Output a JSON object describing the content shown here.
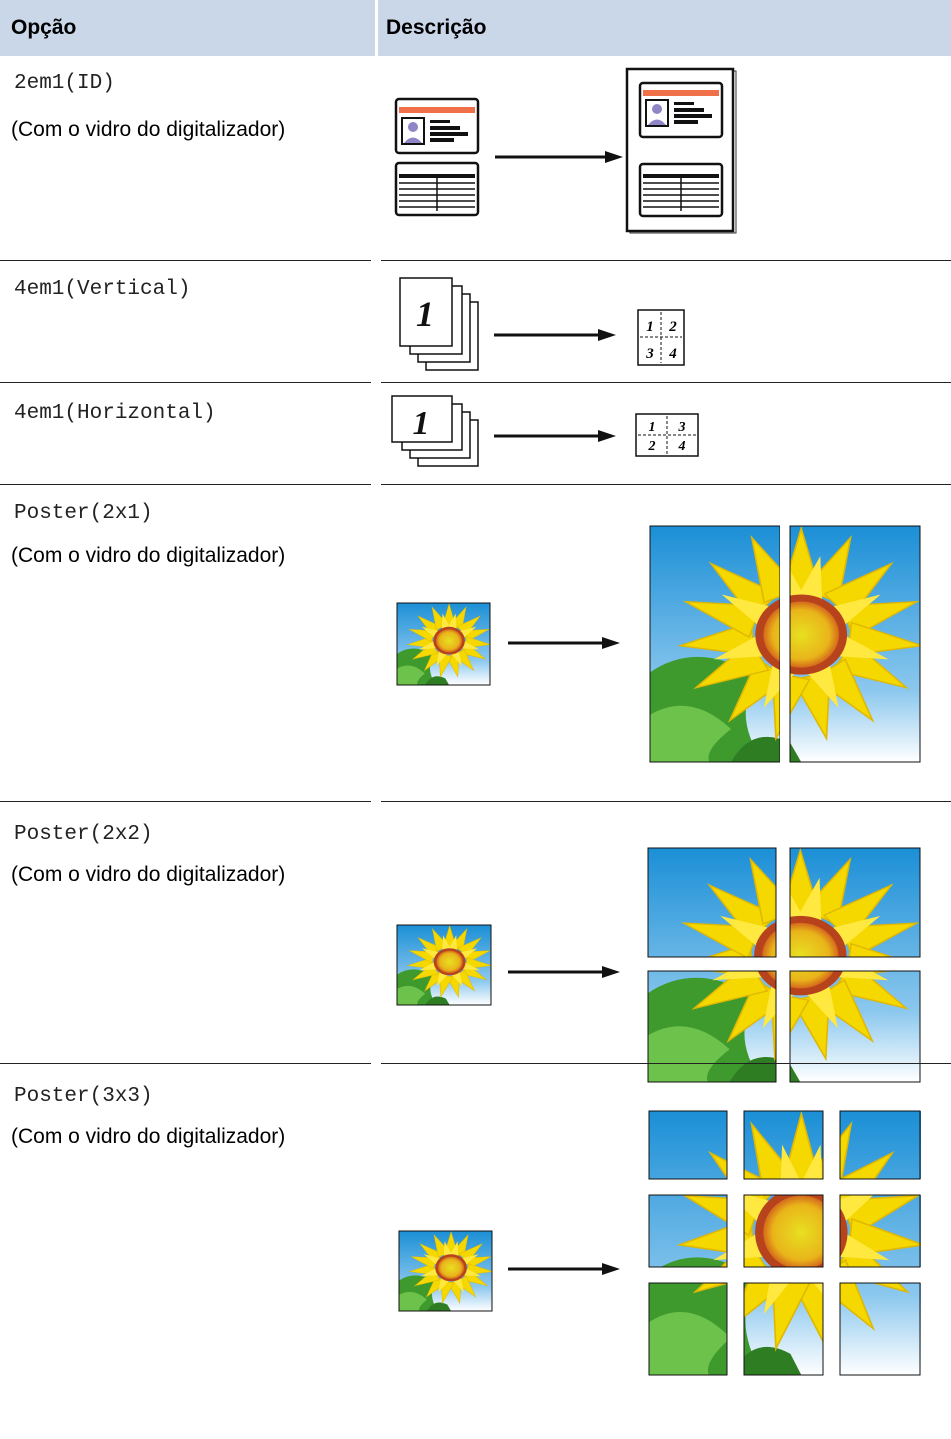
{
  "header": {
    "option": "Opção",
    "description": "Descrição"
  },
  "rows": [
    {
      "code": "2em1(ID)",
      "note": "(Com o vidro do digitalizador)",
      "figure": "id-card-2in1-icon"
    },
    {
      "code": "4em1(Vertical)",
      "note": "",
      "figure": "four-in-one-vertical-icon",
      "page_number": "1",
      "cells": [
        "1",
        "2",
        "3",
        "4"
      ]
    },
    {
      "code": "4em1(Horizontal)",
      "note": "",
      "figure": "four-in-one-horizontal-icon",
      "page_number": "1",
      "cells": [
        "1",
        "3",
        "2",
        "4"
      ]
    },
    {
      "code": "Poster(2x1)",
      "note": "(Com o vidro do digitalizador)",
      "figure": "poster-2x1-sunflower-icon"
    },
    {
      "code": "Poster(2x2)",
      "note": "(Com o vidro do digitalizador)",
      "figure": "poster-2x2-sunflower-icon"
    },
    {
      "code": "Poster(3x3)",
      "note": "(Com o vidro do digitalizador)",
      "figure": "poster-3x3-sunflower-icon"
    }
  ],
  "colors": {
    "header_bg": "#c9d7e9",
    "card_accent": "#f0704a",
    "sky": "#1a96d8",
    "petal": "#f5dc00",
    "leaf": "#3f9a2e",
    "center": "#e28a12"
  }
}
